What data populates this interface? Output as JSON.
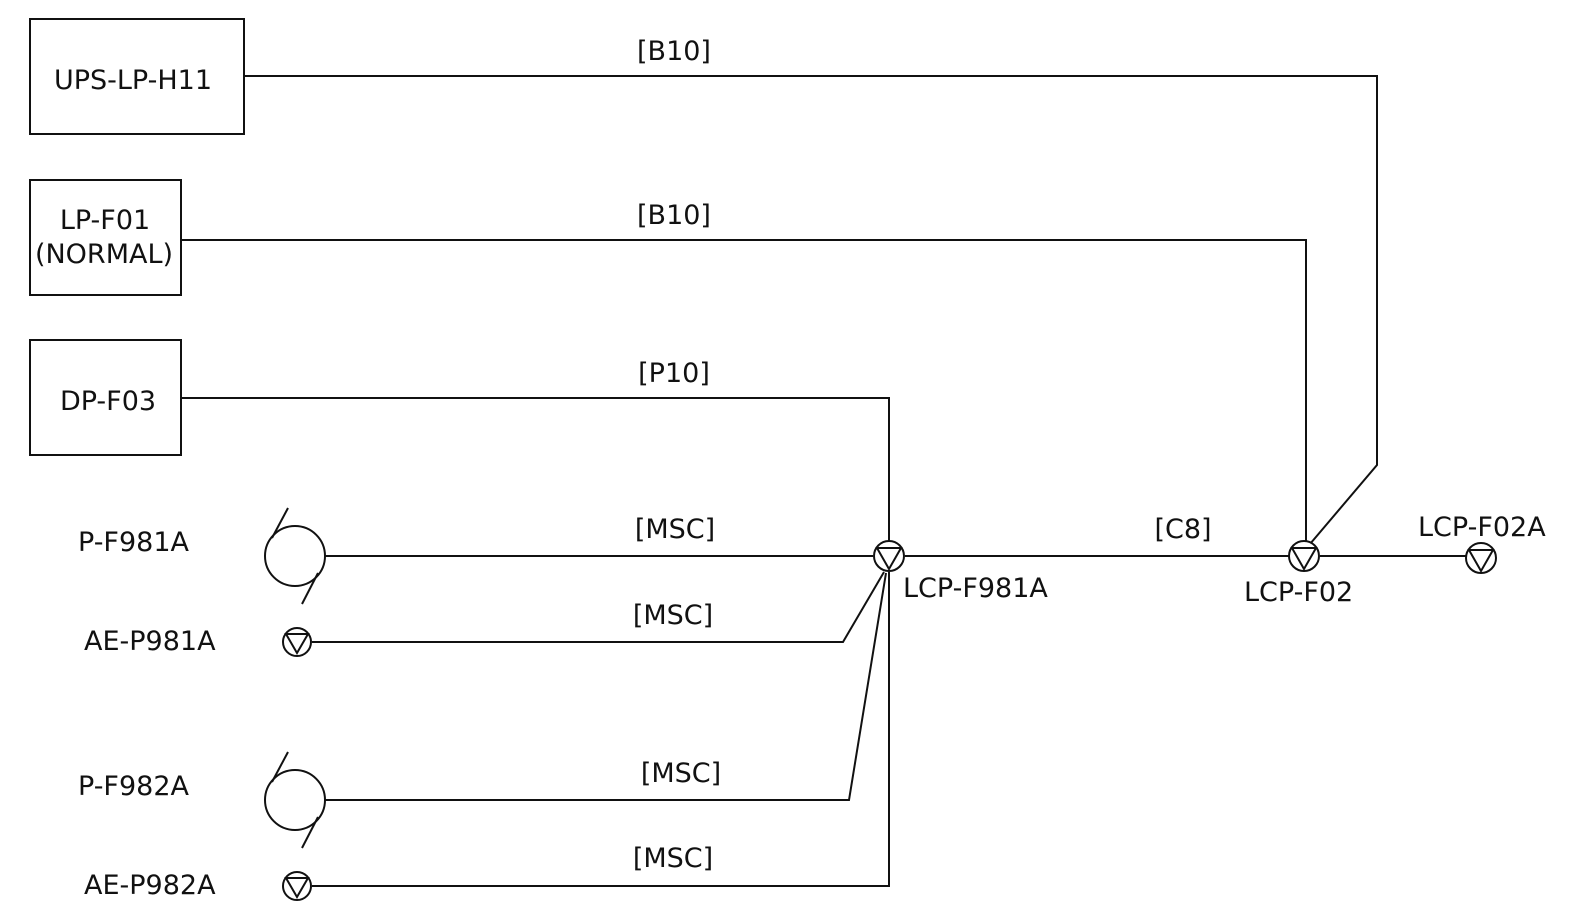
{
  "panels": {
    "ups_lp_h11": "UPS-LP-H11",
    "lp_f01_line1": "LP-F01",
    "lp_f01_line2": "(NORMAL)",
    "dp_f03": "DP-F03"
  },
  "devices": {
    "p_f981a": "P-F981A",
    "ae_p981a": "AE-P981A",
    "p_f982a": "P-F982A",
    "ae_p982a": "AE-P982A"
  },
  "control_panels": {
    "lcp_f981a": "LCP-F981A",
    "lcp_f02": "LCP-F02",
    "lcp_f02a": "LCP-F02A"
  },
  "cables": {
    "ups_to_lcp_f02": "[B10]",
    "lp_f01_to_lcp_f02": "[B10]",
    "dp_f03_to_lcp_f981a": "[P10]",
    "p_f981a_to_lcp_f981a": "[MSC]",
    "ae_p981a_to_lcp_f981a": "[MSC]",
    "lcp_f981a_to_lcp_f02": "[C8]",
    "p_f982a_to_lcp_f981a": "[MSC]",
    "ae_p982a_to_lcp_f981a": "[MSC]"
  },
  "colors": {
    "line": "#111111",
    "background": "#ffffff"
  }
}
